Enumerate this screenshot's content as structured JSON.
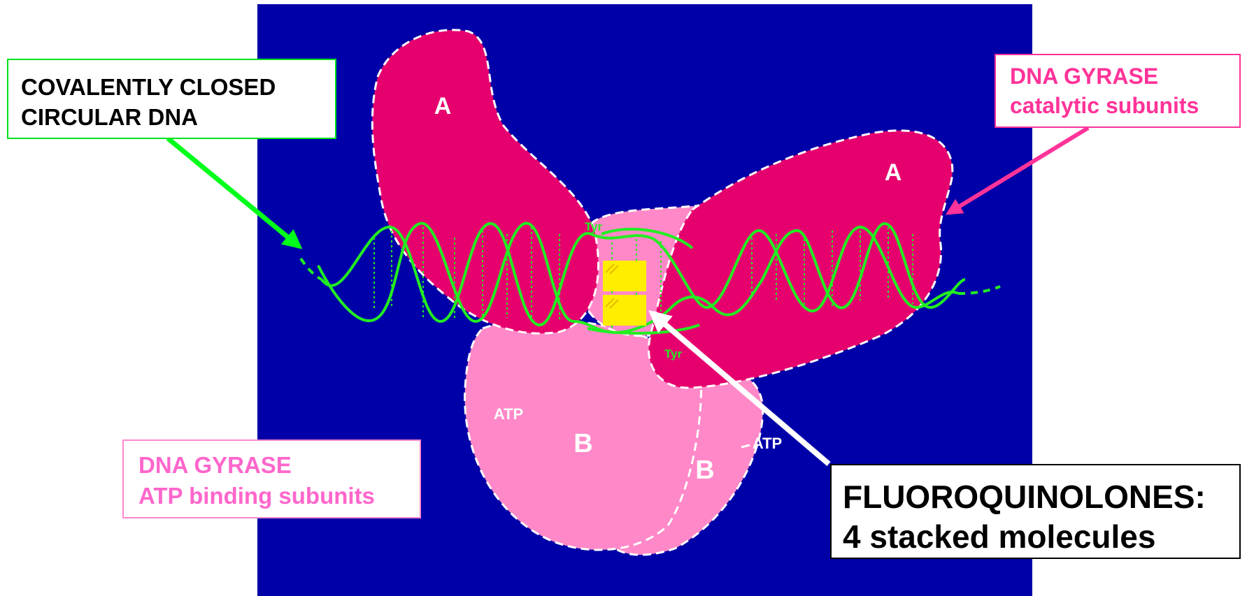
{
  "panel_background": "#0000a8",
  "colors": {
    "catalytic_subunit": "#e6006e",
    "atp_subunit": "#ff88c8",
    "dna_strand": "#22ee22",
    "fluoroquinolone": "#ffee00",
    "catalytic_callout": "#ff3399",
    "atp_callout": "#ff66cc"
  },
  "subunit_labels": {
    "catalytic_left": "A",
    "catalytic_right": "A",
    "atp_front": "B",
    "atp_back": "B"
  },
  "site_labels": {
    "atp_front": "ATP",
    "atp_back": "ATP",
    "tyr_top": "Tyr",
    "tyr_bottom": "Tyr"
  },
  "callouts": {
    "dna": {
      "line1": "COVALENTLY CLOSED",
      "line2": "CIRCULAR DNA"
    },
    "catalytic": {
      "line1": "DNA GYRASE",
      "line2": "catalytic subunits"
    },
    "atp_binding": {
      "line1": "DNA GYRASE",
      "line2": "ATP binding subunits"
    },
    "fluoroquinolones": {
      "line1": "FLUOROQUINOLONES:",
      "line2": "4 stacked molecules"
    }
  }
}
